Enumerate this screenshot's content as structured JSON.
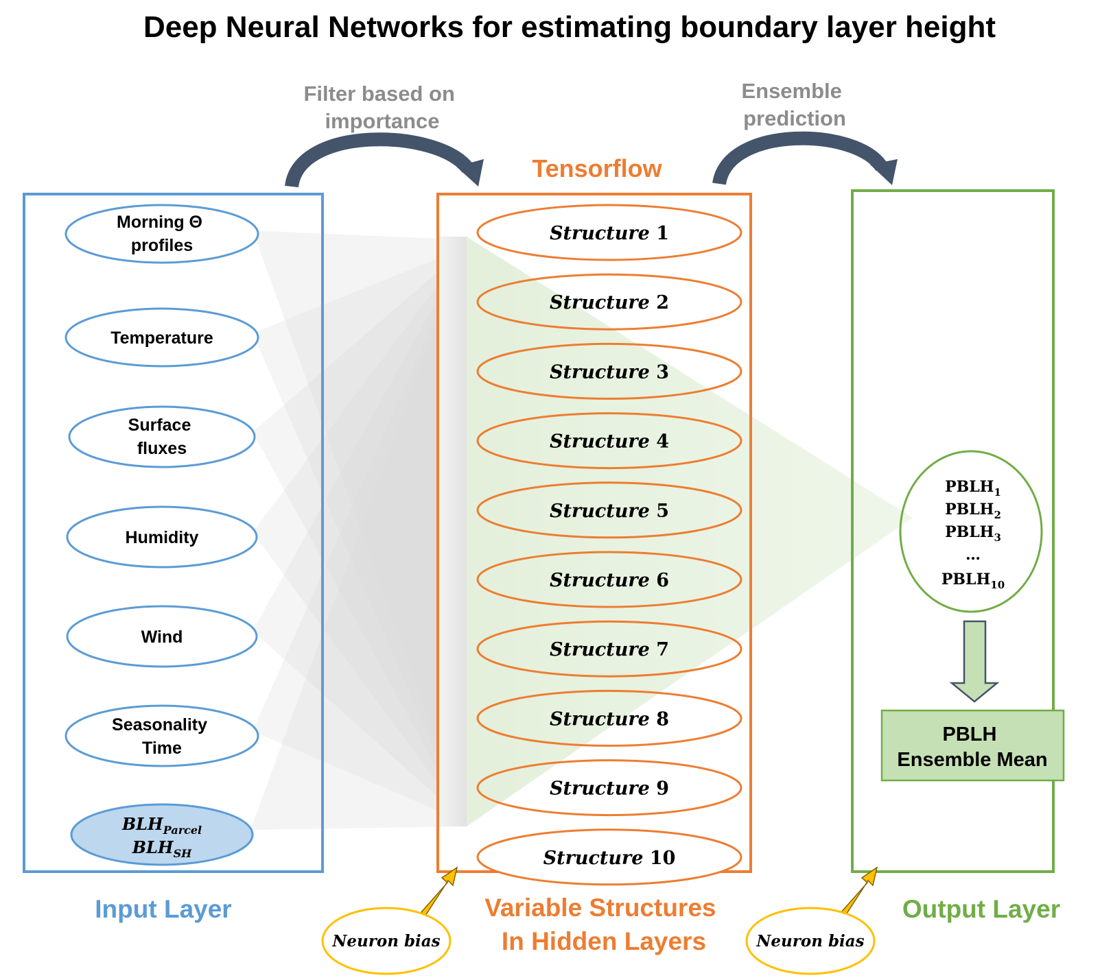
{
  "title": "Deep Neural Networks for estimating boundary layer height",
  "arrows": {
    "filter_label": [
      "Filter based on",
      "importance"
    ],
    "ensemble_label": [
      "Ensemble",
      "prediction"
    ]
  },
  "tensorflow_label": "Tensorflow",
  "input_layer": {
    "label": "Input Layer",
    "items": [
      {
        "lines": [
          "Morning Θ",
          "profiles"
        ]
      },
      {
        "lines": [
          "Temperature"
        ]
      },
      {
        "lines": [
          "Surface",
          "fluxes"
        ]
      },
      {
        "lines": [
          "Humidity"
        ]
      },
      {
        "lines": [
          "Wind"
        ]
      },
      {
        "lines": [
          "Seasonality",
          "Time"
        ]
      }
    ],
    "blh": {
      "line1_main": "BLH",
      "line1_sub": "Parcel",
      "line2_main": "BLH",
      "line2_sub": "SH"
    }
  },
  "hidden_layer": {
    "label_lines": [
      "Variable Structures",
      "In Hidden Layers"
    ],
    "structure_word": "Structure",
    "structures": [
      "1",
      "2",
      "3",
      "4",
      "5",
      "6",
      "7",
      "8",
      "9",
      "10"
    ]
  },
  "output_layer": {
    "label": "Output Layer",
    "pblh_main": "PBLH",
    "pblh_subs": [
      "1",
      "2",
      "3"
    ],
    "pblh_ellipsis": "…",
    "pblh_last_sub": "10",
    "mean_lines": [
      "PBLH",
      "Ensemble Mean"
    ]
  },
  "neuron_bias_label": "Neuron bias",
  "colors": {
    "blue": "#5b9bd5",
    "orange": "#ed7d31",
    "green": "#70ad47",
    "gray_arrow": "#44546a",
    "yellow": "#ffc000",
    "light_blue_fill": "#bdd7ee",
    "green_box_fill": "#c5e0b4"
  }
}
